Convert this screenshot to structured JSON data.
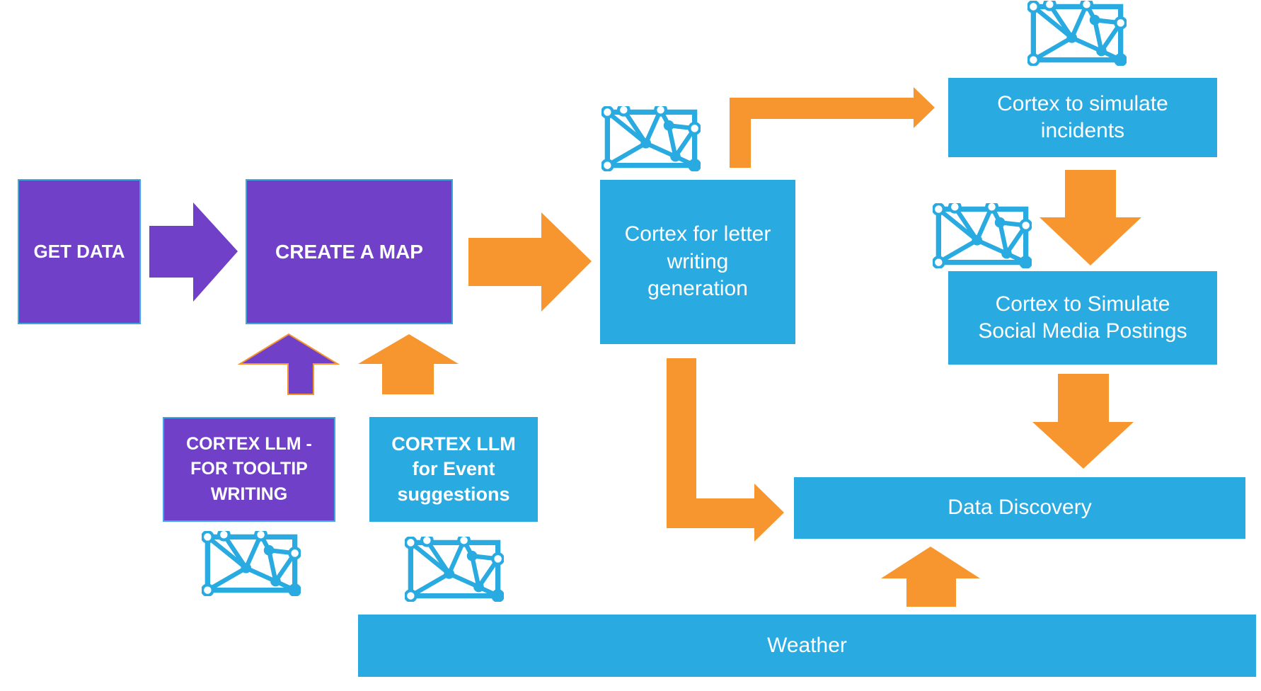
{
  "diagram": {
    "nodes": {
      "get_data": "GET DATA",
      "create_map": "CREATE A MAP",
      "cortex_tooltip": "CORTEX LLM -\nFOR TOOLTIP\nWRITING",
      "cortex_event": "CORTEX LLM\nfor Event\nsuggestions",
      "cortex_letter": "Cortex for letter\nwriting\ngeneration",
      "cortex_incidents": "Cortex to simulate\nincidents",
      "cortex_social": "Cortex to Simulate\nSocial Media Postings",
      "data_discovery": "Data Discovery",
      "weather": "Weather"
    },
    "colors": {
      "purple": "#7140c8",
      "blue": "#29aae1",
      "orange": "#f7962e"
    },
    "icons": [
      "network-map-icon"
    ]
  }
}
